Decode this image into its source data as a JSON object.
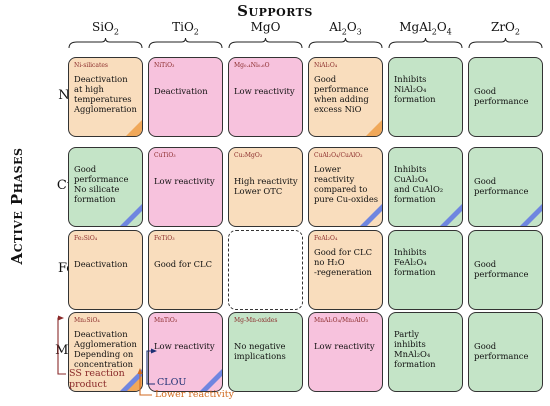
{
  "titles": {
    "top": "Supports",
    "side": "Active Phases"
  },
  "colors": {
    "pink": "#f7c2dd",
    "green": "#c4e4c7",
    "orange": "#f9ddbd",
    "orange_corner": "#f0a85a",
    "blue_stripe": "#6f86e0",
    "dark_red": "#8a2a2a",
    "navy": "#1c2f73",
    "orange_text": "#d06a20"
  },
  "columns": [
    {
      "pre": "SiO",
      "sub": "2",
      "post": ""
    },
    {
      "pre": "TiO",
      "sub": "2",
      "post": ""
    },
    {
      "pre": "MgO",
      "sub": "",
      "post": ""
    },
    {
      "pre": "Al",
      "sub": "2",
      "post": "O",
      "sub2": "3"
    },
    {
      "pre": "MgAl",
      "sub": "2",
      "post": "O",
      "sub2": "4"
    },
    {
      "pre": "ZrO",
      "sub": "2",
      "post": ""
    }
  ],
  "rows": [
    "Ni",
    "Cu",
    "Fe",
    "Mn"
  ],
  "cells": [
    [
      {
        "color": "orange",
        "formula": "Ni-silicates",
        "text": [
          "Deactivation",
          "at high",
          "temperatures",
          "Agglomeration"
        ],
        "corner": "orange"
      },
      {
        "color": "pink",
        "formula": "NiTiO₃",
        "text": [
          "Deactivation"
        ],
        "corner": ""
      },
      {
        "color": "pink",
        "formula": "Mg₀.₄Ni₀.₆O",
        "text": [
          "Low reactivity"
        ],
        "corner": ""
      },
      {
        "color": "orange",
        "formula": "NiAl₂O₄",
        "text": [
          "Good",
          "performance",
          "when adding",
          "excess NiO"
        ],
        "corner": "orange"
      },
      {
        "color": "green",
        "formula": "",
        "text": [
          "Inhibits",
          "NiAl₂O₄",
          "formation"
        ],
        "corner": ""
      },
      {
        "color": "green",
        "formula": "",
        "text": [
          "Good",
          "performance"
        ],
        "corner": ""
      }
    ],
    [
      {
        "color": "green",
        "formula": "",
        "text": [
          "Good",
          "performance",
          "No silicate",
          "formation"
        ],
        "corner": "blue"
      },
      {
        "color": "pink",
        "formula": "CuTiO₃",
        "text": [
          "Low reactivity"
        ],
        "corner": ""
      },
      {
        "color": "orange",
        "formula": "Cu₂MgO₃",
        "text": [
          "High reactivity",
          "Lower OTC"
        ],
        "corner": ""
      },
      {
        "color": "orange",
        "formula": "CuAl₂O₄/CuAlO₂",
        "text": [
          "Lower",
          "reactivity",
          "compared to",
          "pure Cu-oxides"
        ],
        "corner": "blue"
      },
      {
        "color": "green",
        "formula": "",
        "text": [
          "Inhibits",
          "CuAl₂O₄",
          "and CuAlO₂",
          "formation"
        ],
        "corner": "blue"
      },
      {
        "color": "green",
        "formula": "",
        "text": [
          "Good",
          "performance"
        ],
        "corner": "blue"
      }
    ],
    [
      {
        "color": "orange",
        "formula": "Fe₂SiO₄",
        "text": [
          "Deactivation"
        ],
        "corner": ""
      },
      {
        "color": "orange",
        "formula": "FeTiO₃",
        "text": [
          "Good for CLC"
        ],
        "corner": ""
      },
      {
        "color": "empty",
        "formula": "",
        "text": [],
        "corner": ""
      },
      {
        "color": "orange",
        "formula": "FeAl₂O₄",
        "text": [
          "Good for CLC",
          "no H₂O",
          "-regeneration"
        ],
        "corner": ""
      },
      {
        "color": "green",
        "formula": "",
        "text": [
          "Inhibits",
          "FeAl₂O₄",
          "formation"
        ],
        "corner": ""
      },
      {
        "color": "green",
        "formula": "",
        "text": [
          "Good",
          "performance"
        ],
        "corner": ""
      }
    ],
    [
      {
        "color": "orange",
        "formula": "Mn₂SiO₄",
        "text": [
          "Deactivation",
          "Agglomeration",
          "Depending on",
          "concentration"
        ],
        "corner": "both"
      },
      {
        "color": "pink",
        "formula": "MnTiO₃",
        "text": [
          "Low reactivity"
        ],
        "corner": "blue"
      },
      {
        "color": "green",
        "formula": "Mg-Mn-oxides",
        "text": [
          "No negative",
          "implications"
        ],
        "corner": ""
      },
      {
        "color": "pink",
        "formula": "MnAl₂O₄/Mn₃AlO₃",
        "text": [
          "Low reactivity"
        ],
        "corner": ""
      },
      {
        "color": "green",
        "formula": "",
        "text": [
          "Partly",
          "inhibits",
          "MnAl₂O₄",
          "formation"
        ],
        "corner": ""
      },
      {
        "color": "green",
        "formula": "",
        "text": [
          "Good",
          "performance"
        ],
        "corner": ""
      }
    ]
  ],
  "legend": {
    "ss": [
      "SS reaction",
      "product"
    ],
    "clou": "CLOU",
    "lower": "Lower reactivity"
  }
}
